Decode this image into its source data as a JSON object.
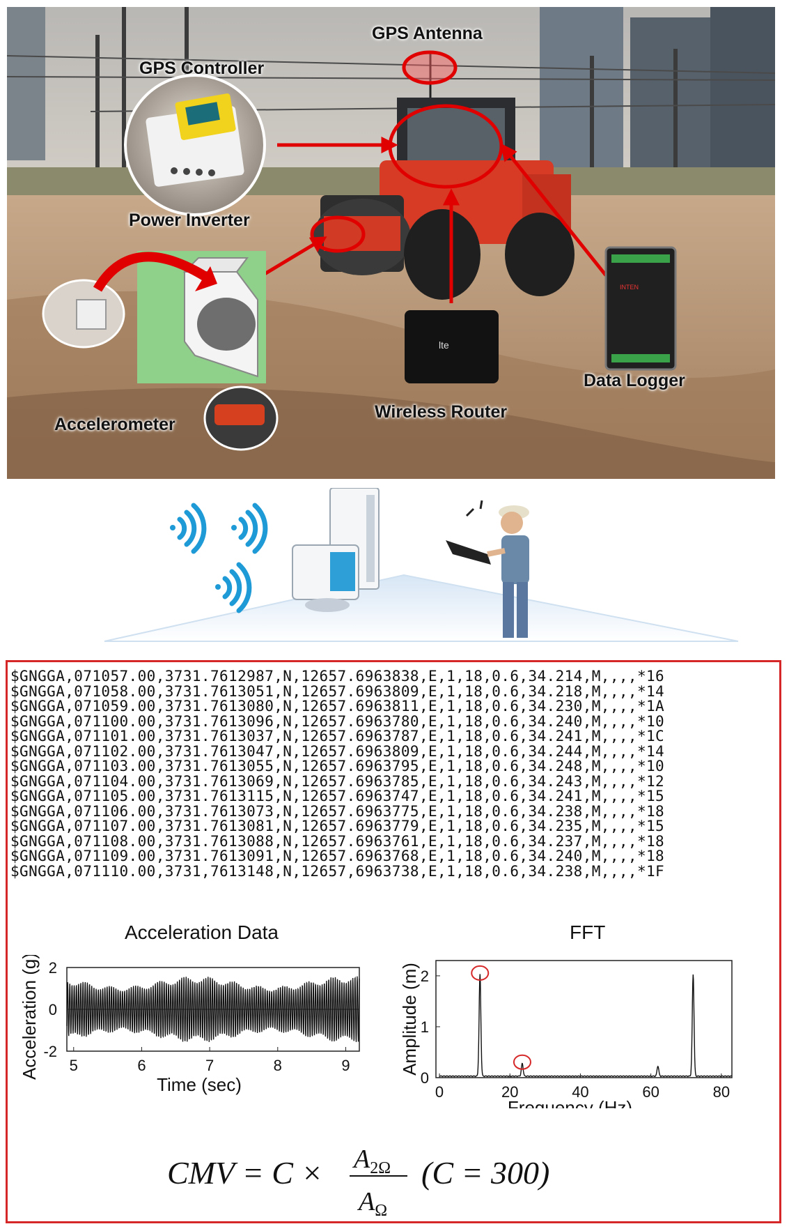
{
  "photo": {
    "labels": {
      "gps_antenna": "GPS Antenna",
      "gps_controller": "GPS Controller",
      "power_inverter": "Power Inverter",
      "accelerometer": "Accelerometer",
      "wireless_router": "Wireless Router",
      "data_logger": "Data Logger"
    },
    "router_brand": "lte"
  },
  "nmea_lines": [
    "$GNGGA,071057.00,3731.7612987,N,12657.6963838,E,1,18,0.6,34.214,M,,,,*16",
    "$GNGGA,071058.00,3731.7613051,N,12657.6963809,E,1,18,0.6,34.218,M,,,,*14",
    "$GNGGA,071059.00,3731.7613080,N,12657.6963811,E,1,18,0.6,34.230,M,,,,*1A",
    "$GNGGA,071100.00,3731.7613096,N,12657.6963780,E,1,18,0.6,34.240,M,,,,*10",
    "$GNGGA,071101.00,3731.7613037,N,12657.6963787,E,1,18,0.6,34.241,M,,,,*1C",
    "$GNGGA,071102.00,3731.7613047,N,12657.6963809,E,1,18,0.6,34.244,M,,,,*14",
    "$GNGGA,071103.00,3731.7613055,N,12657.6963795,E,1,18,0.6,34.248,M,,,,*10",
    "$GNGGA,071104.00,3731.7613069,N,12657.6963785,E,1,18,0.6,34.243,M,,,,*12",
    "$GNGGA,071105.00,3731.7613115,N,12657.6963747,E,1,18,0.6,34.241,M,,,,*15",
    "$GNGGA,071106.00,3731.7613073,N,12657.6963775,E,1,18,0.6,34.238,M,,,,*18",
    "$GNGGA,071107.00,3731.7613081,N,12657.6963779,E,1,18,0.6,34.235,M,,,,*15",
    "$GNGGA,071108.00,3731.7613088,N,12657.6963761,E,1,18,0.6,34.237,M,,,,*18",
    "$GNGGA,071109.00,3731.7613091,N,12657.6963768,E,1,18,0.6,34.240,M,,,,*18",
    "$GNGGA,071110.00,3731,7613148,N,12657,6963738,E,1,18,0.6,34.238,M,,,,*1F"
  ],
  "chart_data": [
    {
      "type": "line",
      "title": "Acceleration Data",
      "xlabel": "Time (sec)",
      "ylabel": "Acceleration (g)",
      "xlim": [
        4.9,
        9.2
      ],
      "ylim": [
        -2,
        2
      ],
      "xticks": [
        5,
        6,
        7,
        8,
        9
      ],
      "yticks": [
        -2,
        0,
        2
      ],
      "signal": {
        "frequency_hz": 31,
        "amplitude_range_g": [
          1.1,
          1.6
        ]
      }
    },
    {
      "type": "line",
      "title": "FFT",
      "xlabel": "Frequency (Hz)",
      "ylabel": "Amplitude (m)",
      "xlim": [
        -1,
        83
      ],
      "ylim": [
        0,
        2.3
      ],
      "xticks": [
        0,
        20,
        40,
        60,
        80
      ],
      "yticks": [
        0,
        1,
        2
      ],
      "peaks": [
        {
          "x": 11.5,
          "y": 2.0,
          "circled": true
        },
        {
          "x": 23.5,
          "y": 0.25,
          "circled": true
        },
        {
          "x": 62,
          "y": 0.2,
          "circled": false
        },
        {
          "x": 72,
          "y": 2.0,
          "circled": false
        }
      ],
      "highlight_color": "#d62728"
    }
  ],
  "formula": {
    "lhs": "CMV = C ×",
    "numerator": "A",
    "numerator_sub": "2Ω",
    "denominator": "A",
    "denominator_sub": "Ω",
    "constant": "(C = 300)"
  },
  "colors": {
    "highlight": "#d62728",
    "wifi": "#1e9ad6"
  }
}
